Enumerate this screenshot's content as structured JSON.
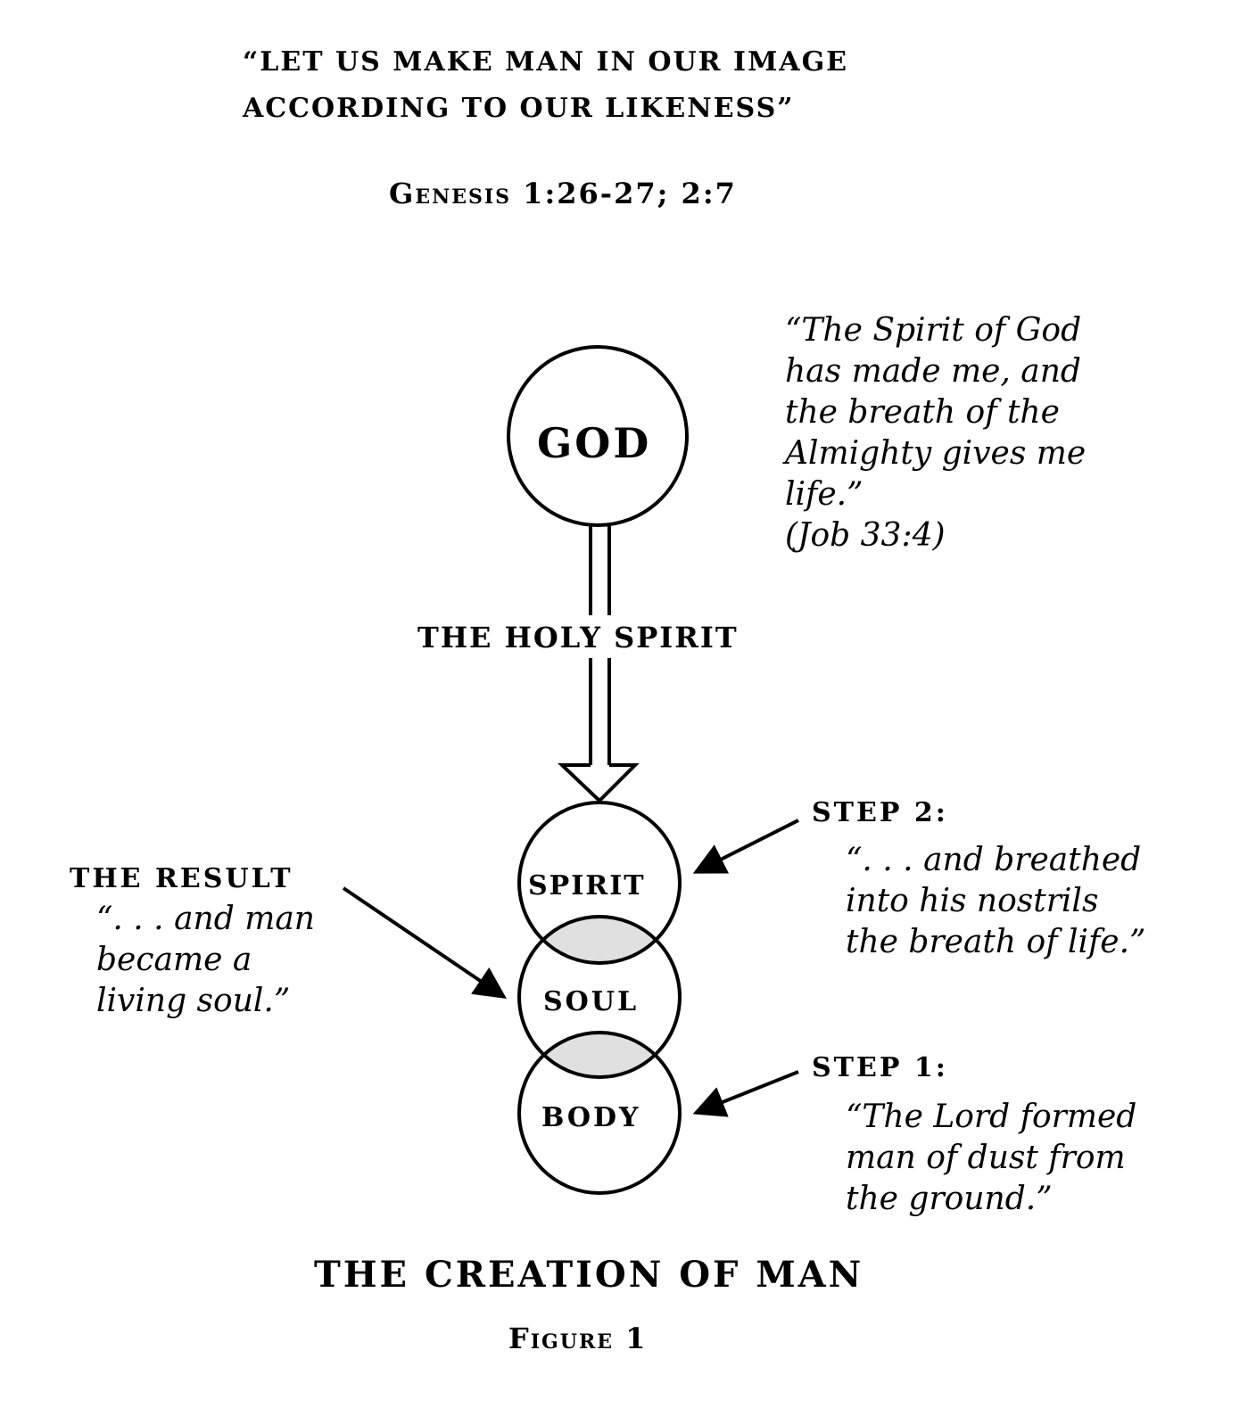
{
  "header": {
    "line1": "“LET US MAKE MAN IN OUR IMAGE",
    "line2": "ACCORDING TO OUR LIKENESS”",
    "reference": "Genesis 1:26-27; 2:7"
  },
  "job_quote": {
    "lines": [
      "“The Spirit of God",
      "has made me, and",
      "the breath of the",
      "Almighty gives me",
      "life.”",
      "(Job 33:4)"
    ]
  },
  "nodes": {
    "god": "GOD",
    "spirit": "SPIRIT",
    "soul": "SOUL",
    "body": "BODY"
  },
  "holy_spirit_label": "THE HOLY SPIRIT",
  "step2": {
    "label": "STEP 2:",
    "lines": [
      "“. . . and breathed",
      "into his nostrils",
      "the breath of life.”"
    ]
  },
  "result": {
    "label": "THE RESULT",
    "lines": [
      "“. . . and man",
      "became a",
      "living soul.”"
    ]
  },
  "step1": {
    "label": "STEP 1:",
    "lines": [
      "“The Lord formed",
      "man of dust from",
      "the ground.”"
    ]
  },
  "footer": {
    "title": "THE CREATION OF MAN",
    "figure": "Figure 1"
  },
  "colors": {
    "overlap_fill": "#e0e0e0",
    "stroke": "#000000"
  }
}
